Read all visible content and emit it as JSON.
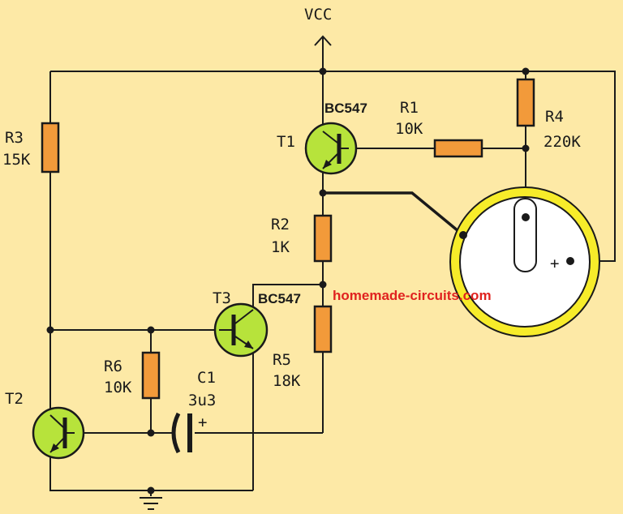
{
  "colors": {
    "background": "#fde9a6",
    "resistor": "#f29a3a",
    "transistor": "#b7e33b",
    "buzzer_ring": "#f7ec2a",
    "watermark": "#e0221f"
  },
  "supply": {
    "label": "VCC"
  },
  "ground": {
    "icon": "ground-symbol-icon"
  },
  "components": {
    "R1": {
      "name": "R1",
      "value": "10K"
    },
    "R2": {
      "name": "R2",
      "value": "1K"
    },
    "R3": {
      "name": "R3",
      "value": "15K"
    },
    "R4": {
      "name": "R4",
      "value": "220K"
    },
    "R5": {
      "name": "R5",
      "value": "18K"
    },
    "R6": {
      "name": "R6",
      "value": "10K"
    },
    "C1": {
      "name": "C1",
      "value": "3u3",
      "polarity": "+"
    },
    "T1": {
      "name": "T1",
      "part": "BC547"
    },
    "T2": {
      "name": "T2"
    },
    "T3": {
      "name": "T3",
      "part": "BC547"
    },
    "buzzer": {
      "polarity": "+",
      "icon": "piezo-buzzer-icon"
    }
  },
  "watermark": "homemade-circuits.com"
}
